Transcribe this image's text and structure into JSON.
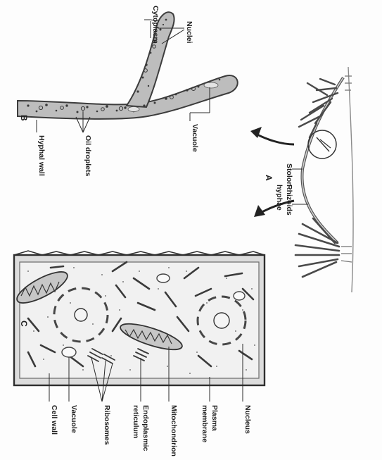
{
  "panels": {
    "A": "A",
    "B": "B",
    "C": "C"
  },
  "panel_a": {
    "labels": {
      "stolon": "Stolon",
      "rhizoids": "Rhizoids",
      "hyphae": "hyphae"
    }
  },
  "panel_b": {
    "labels": {
      "nuclei": "Nuclei",
      "cytoplasm": "Cytoplasm",
      "vacuole": "Vacuole",
      "oil_droplets": "Oil droplets",
      "hyphal_wall": "Hyphal wall"
    }
  },
  "panel_c": {
    "labels": {
      "cell_wall": "Cell wall",
      "vacuole": "Vacuole",
      "ribosomes": "Ribosomes",
      "endoplasmic": "Endoplasmic",
      "reticulum": "reticulum",
      "mitochondrion": "Mitochondrion",
      "plasma": "Plasma",
      "membrane": "membrane",
      "nucleus": "Nucleus"
    }
  }
}
